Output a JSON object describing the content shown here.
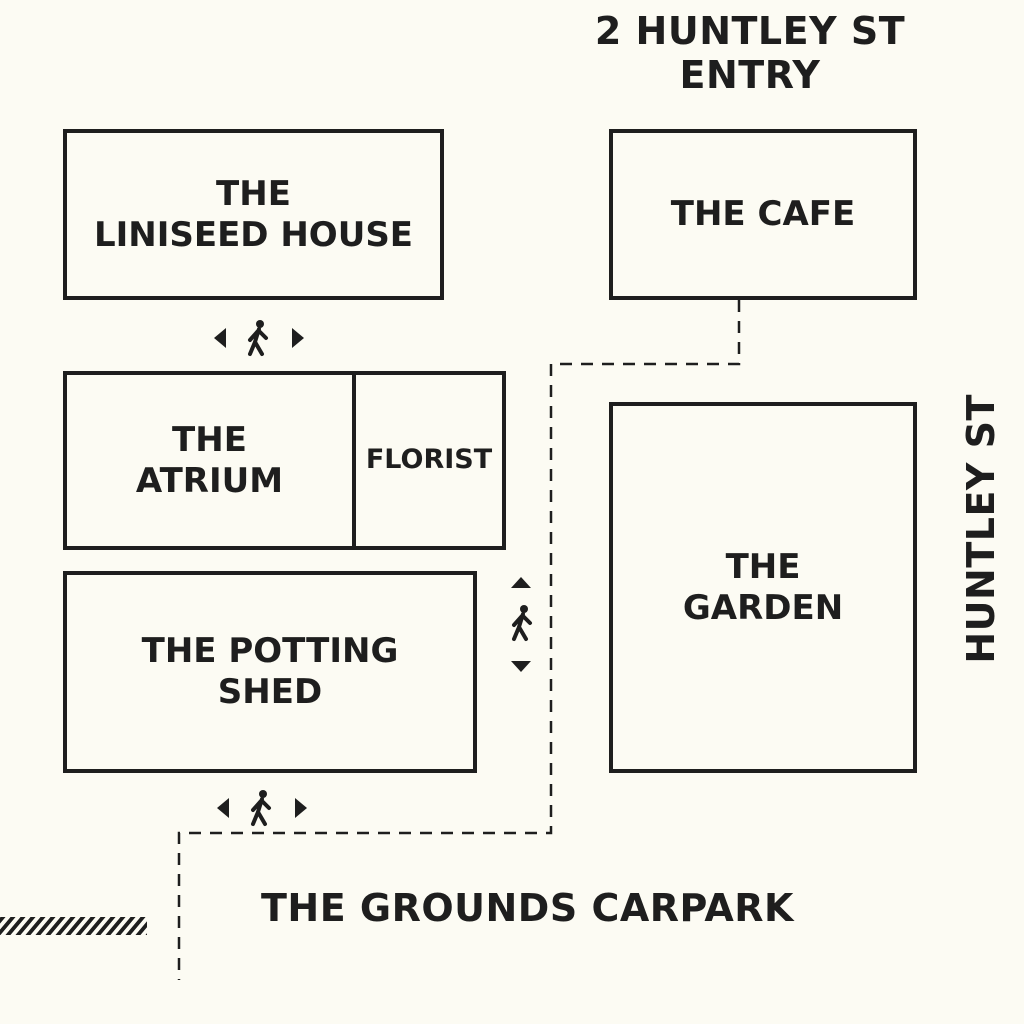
{
  "entry": {
    "line1": "2 HUNTLEY ST",
    "line2": "ENTRY"
  },
  "street": "HUNTLEY ST",
  "carpark": "THE GROUNDS CARPARK",
  "rooms": {
    "liniseed_house": {
      "line1": "THE",
      "line2": "LINISEED HOUSE"
    },
    "cafe": {
      "line1": "THE CAFE"
    },
    "atrium": {
      "line1": "THE",
      "line2": "ATRIUM"
    },
    "florist": {
      "line1": "FLORIST"
    },
    "potting_shed": {
      "line1": "THE POTTING",
      "line2": "SHED"
    },
    "garden": {
      "line1": "THE",
      "line2": "GARDEN"
    }
  },
  "icons": [
    "walking-person-icon",
    "arrow-left-icon",
    "arrow-right-icon",
    "arrow-up-icon",
    "arrow-down-icon"
  ],
  "colors": {
    "ink": "#1e1e1e",
    "background": "#fcfbf3"
  }
}
